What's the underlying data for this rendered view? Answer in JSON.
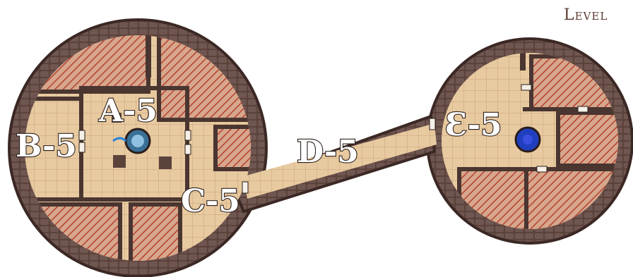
{
  "header": {
    "level_label": "Level"
  },
  "rooms": [
    {
      "id": "A-5",
      "label": "A-5"
    },
    {
      "id": "B-5",
      "label": "B-5"
    },
    {
      "id": "C-5",
      "label": "C-5"
    },
    {
      "id": "D-5",
      "label": "D-5"
    },
    {
      "id": "E-5",
      "label": "Ɛ-5"
    }
  ],
  "colors": {
    "wall": "#4a3530",
    "floor": "#e8caa0",
    "grid": "#c8a07a",
    "hatch": "#b7402f",
    "hatch_bg": "#d6a78c",
    "pool": "#1f3fbf"
  }
}
